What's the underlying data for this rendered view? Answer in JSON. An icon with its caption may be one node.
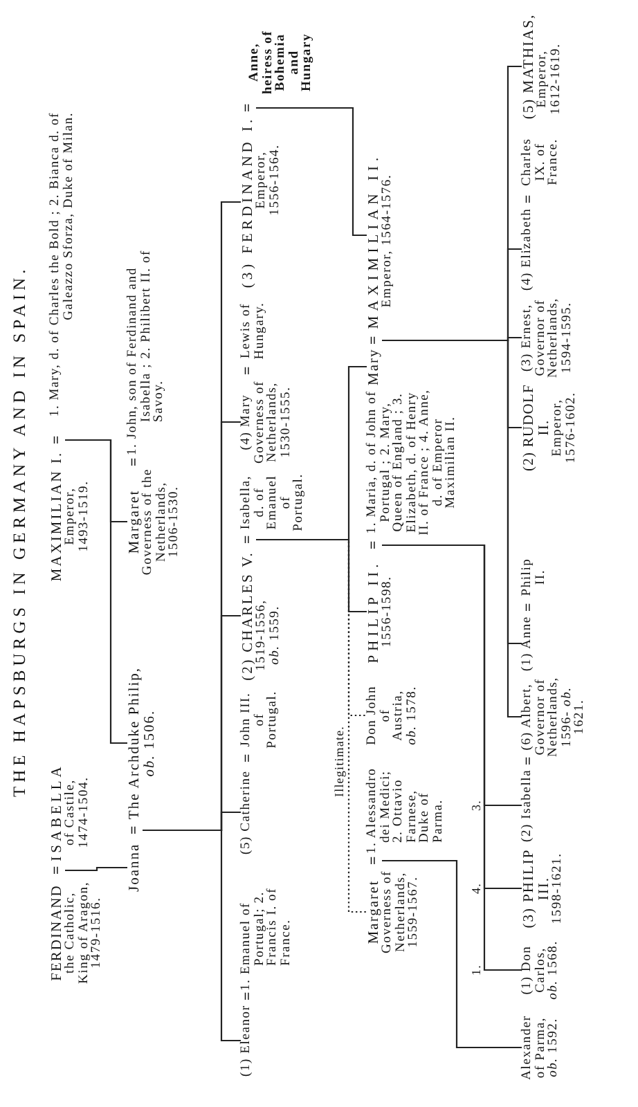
{
  "diagram": {
    "title": "THE HAPSBURGS IN GERMANY AND IN SPAIN.",
    "nodes": [
      {
        "text": [
          "FERDINAND",
          "the Catholic, King of Aragon, 1479-1516."
        ]
      },
      {
        "text": [
          "="
        ]
      },
      {
        "text": [
          "ISABELLA",
          "of Castile, 1474-1504."
        ]
      },
      {
        "text": [
          "MAXIMILIAN I.",
          "Emperor, 1493-1519."
        ]
      },
      {
        "text": [
          "="
        ]
      },
      {
        "text": [
          "1. Mary, d. of Charles the Bold ; 2. Bianca d. of Galeazzo Sforza, Duke of Milan."
        ]
      },
      {
        "text": [
          "Joanna"
        ]
      },
      {
        "text": [
          "="
        ]
      },
      {
        "text": [
          "The Archduke Philip, *ob.* 1506."
        ]
      },
      {
        "text": [
          "Margaret",
          "Governess of the Netherlands, 1506-1530."
        ]
      },
      {
        "text": [
          "="
        ]
      },
      {
        "text": [
          "1. John, son of Ferdinand and Isabella ; 2. Philibert II. of Savoy."
        ]
      },
      {
        "text": [
          "(1) Eleanor"
        ]
      },
      {
        "text": [
          "="
        ]
      },
      {
        "text": [
          "1. Emanuel of Portugal; 2. Francis I. of France."
        ]
      },
      {
        "text": [
          "(5) Catherine"
        ]
      },
      {
        "text": [
          "="
        ]
      },
      {
        "text": [
          "John III. of Portugal."
        ]
      },
      {
        "text": [
          "(2) CHARLES V.",
          "1519-1556, *ob.* 1559."
        ]
      },
      {
        "text": [
          "="
        ]
      },
      {
        "text": [
          "Isabella, d. of Emanuel of Portugal."
        ]
      },
      {
        "text": [
          "(4) Mary",
          "Governess of Netherlands, 1530-1555."
        ]
      },
      {
        "text": [
          "="
        ]
      },
      {
        "text": [
          "Lewis of Hungary."
        ]
      },
      {
        "text": [
          "(3) FERDINAND I.",
          "Emperor, 1556-1564."
        ]
      },
      {
        "text": [
          "="
        ]
      },
      {
        "text": [
          "Anne, heiress of Bohemia and Hungary"
        ]
      },
      {
        "text": [
          "Margaret",
          "Governess of Netherlands, 1559-1567."
        ]
      },
      {
        "text": [
          "="
        ]
      },
      {
        "text": [
          "1. Alessandro dei Medici; 2. Ottavio Farnese, Duke of Parma."
        ]
      },
      {
        "text": [
          "Don John of Austria, *ob.* 1578."
        ]
      },
      {
        "text": [
          "PHILIP II.",
          "1556-1598."
        ]
      },
      {
        "text": [
          "="
        ]
      },
      {
        "text": [
          "1. Maria, d. of John of Portugal ; 2. Mary, Queen of England ; 3. Elizabeth, d. of Henry II. of France ; 4. Anne, d. of Emperor Maximilian II."
        ]
      },
      {
        "text": [
          "Mary"
        ]
      },
      {
        "text": [
          "="
        ]
      },
      {
        "text": [
          "MAXIMILIAN II.",
          "Emperor, 1564-1576."
        ]
      },
      {
        "text": [
          "Alexander of Parma, *ob.* 1592."
        ]
      },
      {
        "text": [
          "(1) Don Carlos, *ob.* 1568."
        ]
      },
      {
        "text": [
          "(3) PHILIP III.",
          "1598-1621."
        ]
      },
      {
        "text": [
          "(2) Isabella"
        ]
      },
      {
        "text": [
          "="
        ]
      },
      {
        "text": [
          "(6) Albert,",
          "Governor of Netherlands, 1596- *ob.* 1621."
        ]
      },
      {
        "text": [
          "(1) Anne"
        ]
      },
      {
        "text": [
          "="
        ]
      },
      {
        "text": [
          "Philip II."
        ]
      },
      {
        "text": [
          "(2) RUDOLF II.",
          "Emperor, 1576-1602."
        ]
      },
      {
        "text": [
          "(3) Ernest,",
          "Governor of Netherlands, 1594-1595."
        ]
      },
      {
        "text": [
          "(4) Elizabeth"
        ]
      },
      {
        "text": [
          "="
        ]
      },
      {
        "text": [
          "Charles IX. of France."
        ]
      },
      {
        "text": [
          "(5) MATHIAS,",
          "Emperor, 1612-1619."
        ]
      }
    ],
    "edges": [
      {
        "from": 1,
        "to": 6,
        "arrow": "none"
      },
      {
        "from": 4,
        "to": 9,
        "arrow": "none"
      },
      {
        "from": 4,
        "to": 8,
        "arrow": "none"
      },
      {
        "from": 7,
        "to": 12,
        "arrow": "none"
      },
      {
        "from": 7,
        "to": 15,
        "arrow": "none"
      },
      {
        "from": 7,
        "to": 18,
        "arrow": "none"
      },
      {
        "from": 7,
        "to": 21,
        "arrow": "none"
      },
      {
        "from": 7,
        "to": 24,
        "arrow": "none"
      },
      {
        "from": 19,
        "to": 31,
        "arrow": "none"
      },
      {
        "from": 19,
        "to": 27,
        "arrow": "none",
        "style": "dashed",
        "label": "Illegitimate."
      },
      {
        "from": 19,
        "to": 30,
        "arrow": "none",
        "style": "dashed"
      },
      {
        "from": 19,
        "to": 34,
        "arrow": "none"
      },
      {
        "from": 25,
        "to": 36,
        "arrow": "none"
      },
      {
        "from": 28,
        "to": 37,
        "arrow": "none"
      },
      {
        "from": 32,
        "to": 38,
        "arrow": "none",
        "label": "1."
      },
      {
        "from": 32,
        "to": 39,
        "arrow": "none",
        "label": "4."
      },
      {
        "from": 32,
        "to": 40,
        "arrow": "none",
        "label": "3."
      },
      {
        "from": 35,
        "to": 42,
        "arrow": "none"
      },
      {
        "from": 35,
        "to": 43,
        "arrow": "none"
      },
      {
        "from": 35,
        "to": 46,
        "arrow": "none"
      },
      {
        "from": 35,
        "to": 47,
        "arrow": "none"
      },
      {
        "from": 35,
        "to": 48,
        "arrow": "none"
      },
      {
        "from": 35,
        "to": 51,
        "arrow": "none"
      }
    ]
  }
}
